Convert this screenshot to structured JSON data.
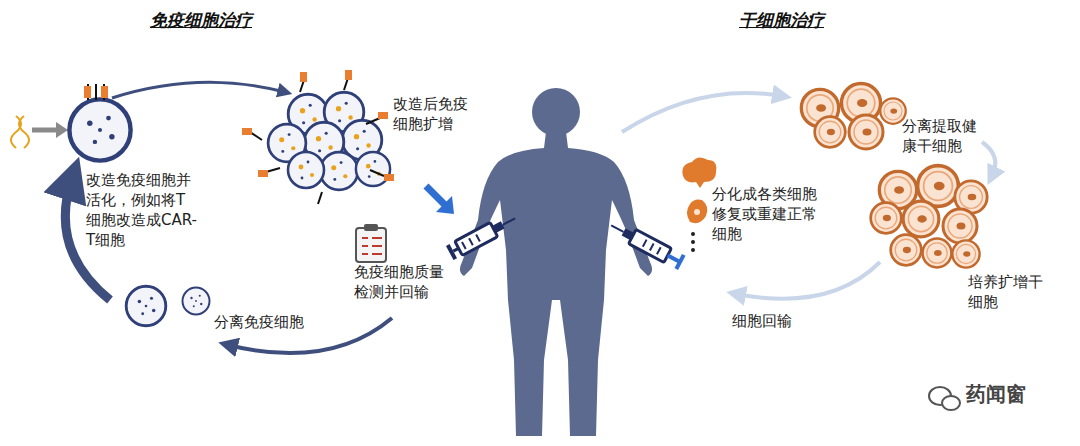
{
  "diagram": {
    "labels": [
      "免疫细胞治疗",
      "干细胞治疗",
      "改造后免疫细胞扩增",
      "改造免疫细胞并活化，例如将T细胞改造成CAR-T细胞",
      "免疫细胞质量检测并回输",
      "分离免疫细胞",
      "分离提取健康干细胞",
      "培养扩增干细胞",
      "分化成各类细胞修复或重建正常细胞",
      "细胞回输",
      "药闻窗"
    ]
  }
}
